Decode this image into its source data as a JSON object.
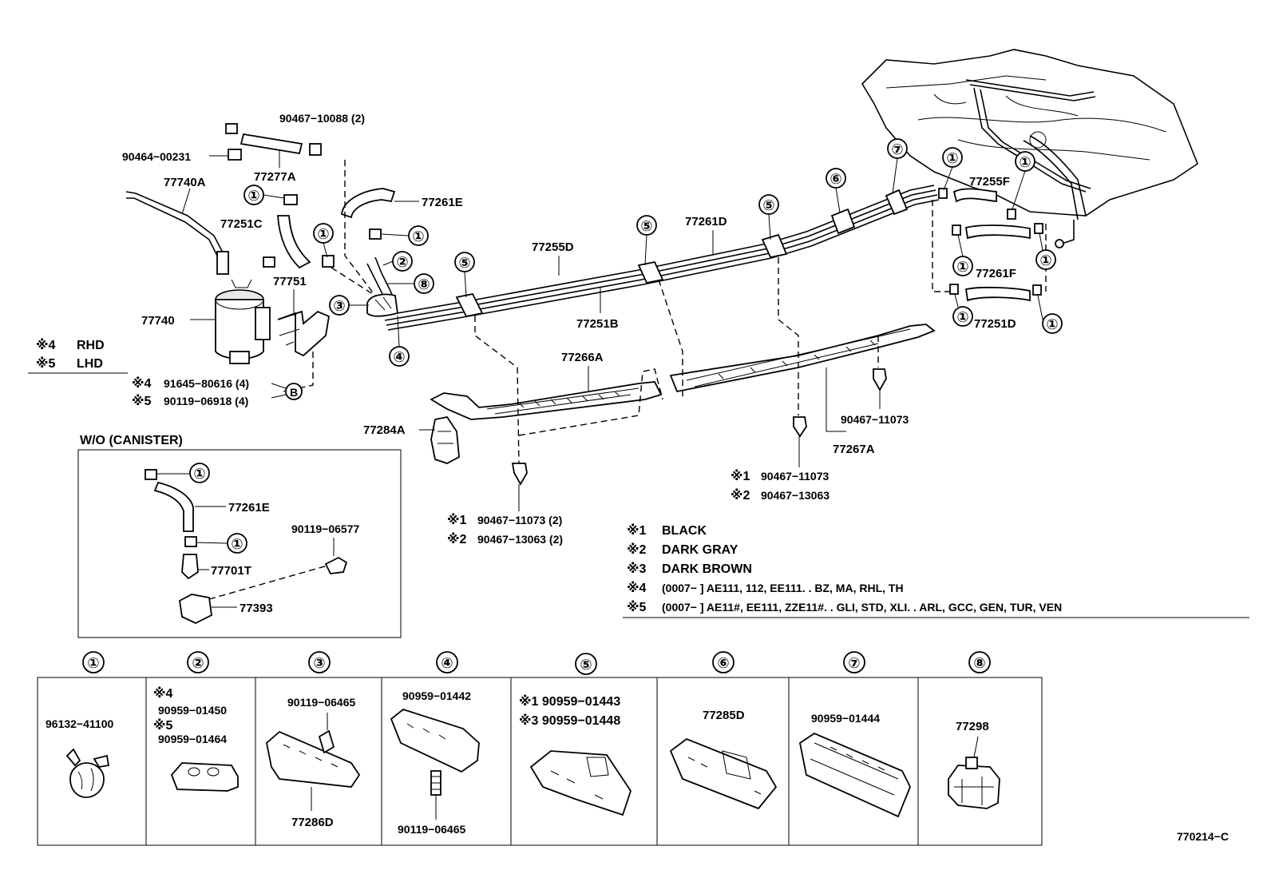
{
  "parts": {
    "p90467_10088": "90467−10088 (2)",
    "p90464_00231": "90464−00231",
    "p77277A": "77277A",
    "p77740A": "77740A",
    "p77251C": "77251C",
    "p77261E": "77261E",
    "p77751": "77751",
    "p77740": "77740",
    "p77255D": "77255D",
    "p77261D": "77261D",
    "p77251B": "77251B",
    "p77266A": "77266A",
    "p77284A": "77284A",
    "p77255F": "77255F",
    "p77261F": "77261F",
    "p77251D": "77251D",
    "p90467_11073_r": "90467−11073",
    "p77267A": "77267A",
    "p91645_80616": "91645−80616 (4)",
    "p90119_06918": "90119−06918 (4)",
    "p90467_11073_c": "90467−11073 (2)",
    "p90467_13063_c": "90467−13063 (2)",
    "p90467_11073_m": "90467−11073",
    "p90467_13063_m": "90467−13063",
    "b_ref": "B"
  },
  "marks": {
    "m1": "※1",
    "m2": "※2",
    "m3": "※3",
    "m4": "※4",
    "m5": "※5"
  },
  "side_legend": {
    "rhd_mark": "※4",
    "rhd": "RHD",
    "lhd_mark": "※5",
    "lhd": "LHD"
  },
  "callouts": {
    "c1": "①",
    "c2": "②",
    "c3": "③",
    "c4": "④",
    "c5": "⑤",
    "c6": "⑥",
    "c7": "⑦",
    "c8": "⑧"
  },
  "canister_box": {
    "title": "W/O (CANISTER)",
    "p77261E": "77261E",
    "p90119_06577": "90119−06577",
    "p77701T": "77701T",
    "p77393": "77393"
  },
  "notes": [
    {
      "mark": "※1",
      "text": "BLACK"
    },
    {
      "mark": "※2",
      "text": "DARK  GRAY"
    },
    {
      "mark": "※3",
      "text": "DARK  BROWN"
    },
    {
      "mark": "※4",
      "text": "(0007−        ] AE111, 112, EE111. . BZ, MA, RHL, TH"
    },
    {
      "mark": "※5",
      "text": "(0007−        ] AE11#, EE111, ZZE11#. . GLI, STD, XLI. . ARL, GCC, GEN, TUR, VEN"
    }
  ],
  "table": {
    "cells": [
      {
        "header": "①",
        "lines": [
          "96132−41100"
        ]
      },
      {
        "header": "②",
        "lines": [
          "※4",
          "90959−01450",
          "※5",
          "90959−01464"
        ]
      },
      {
        "header": "③",
        "lines": [
          "90119−06465",
          "77286D"
        ]
      },
      {
        "header": "④",
        "lines": [
          "90959−01442",
          "90119−06465"
        ]
      },
      {
        "header": "⑤",
        "lines": [
          "※1 90959−01443",
          "※3 90959−01448"
        ]
      },
      {
        "header": "⑥",
        "lines": [
          "77285D"
        ]
      },
      {
        "header": "⑦",
        "lines": [
          "90959−01444"
        ]
      },
      {
        "header": "⑧",
        "lines": [
          "77298"
        ]
      }
    ]
  },
  "figure_id": "770214−C"
}
